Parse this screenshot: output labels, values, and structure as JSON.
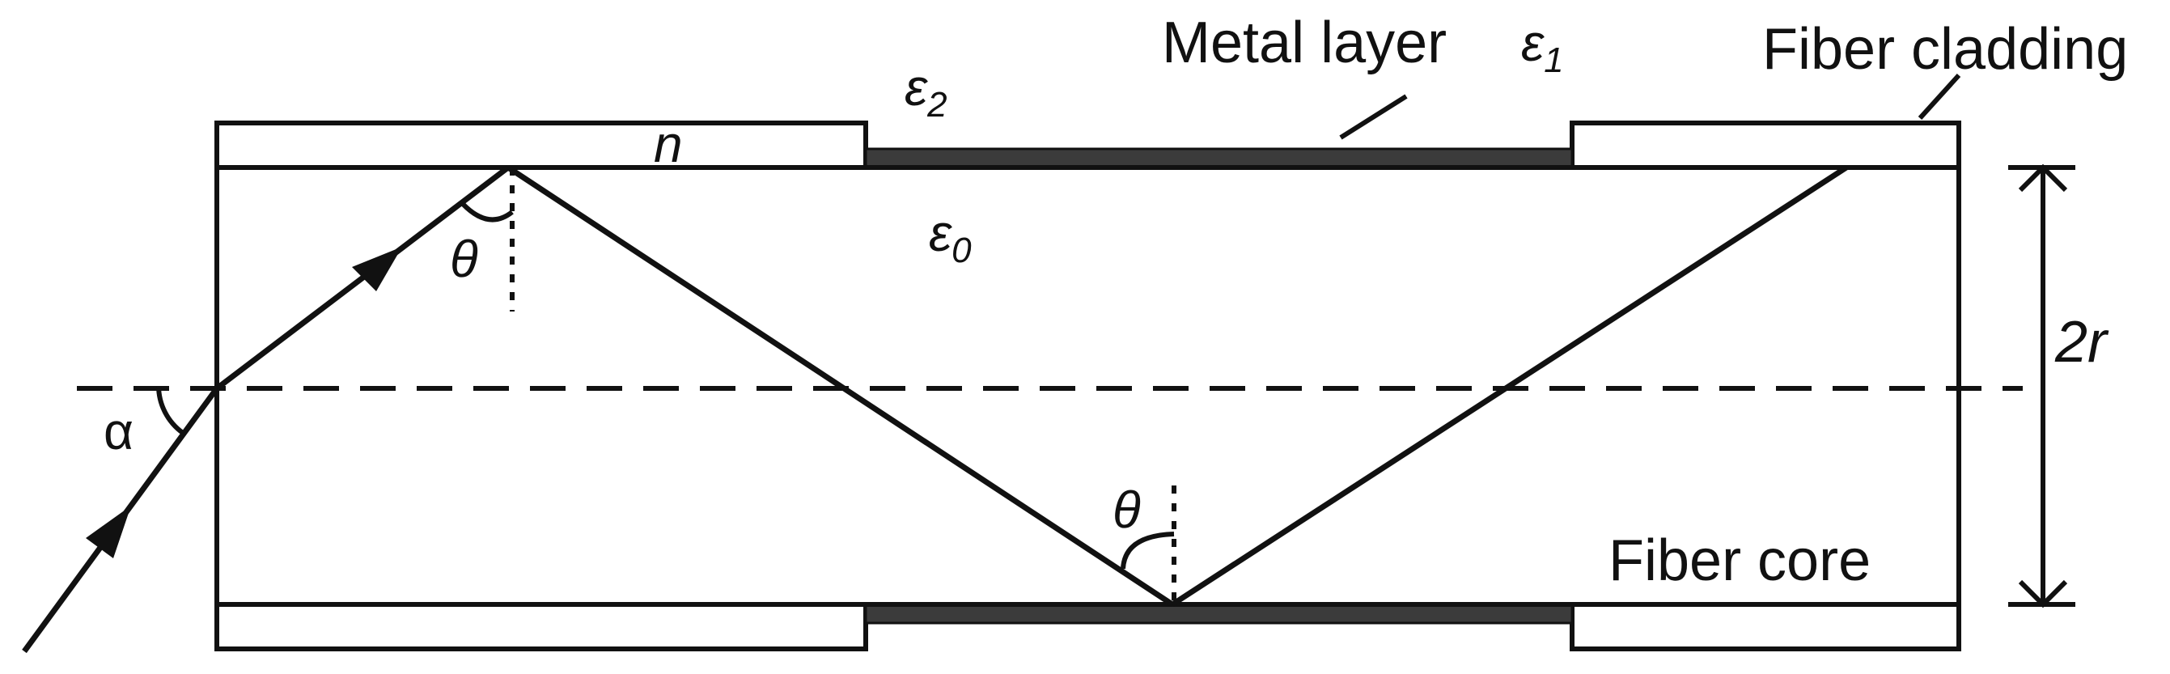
{
  "diagram": {
    "labels": {
      "metal_layer": "Metal layer",
      "fiber_cladding": "Fiber cladding",
      "fiber_core": "Fiber core",
      "cladding_index": "n",
      "alpha": "α",
      "theta_top": "θ",
      "theta_bottom": "θ",
      "diameter": "2r"
    },
    "epsilons": {
      "eps_base": "ε",
      "eps0_sub": "0",
      "eps1_sub": "1",
      "eps2_sub": "2"
    },
    "colors": {
      "line": "#111111",
      "metal": "#3b3b3b",
      "background": "#ffffff"
    }
  }
}
